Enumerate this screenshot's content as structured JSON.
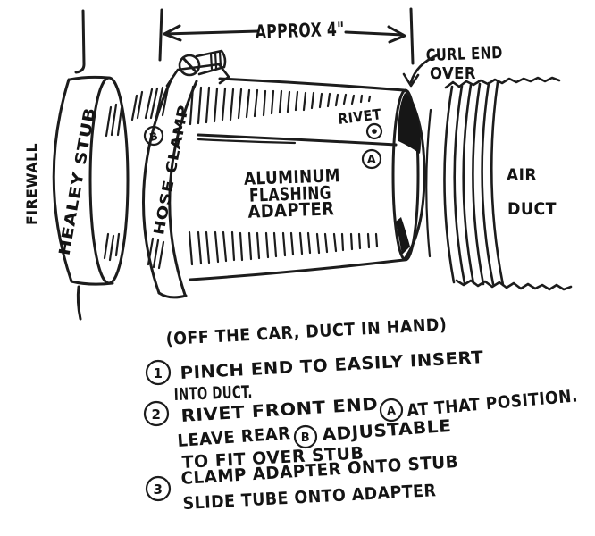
{
  "colors": {
    "ink": "#1c1c1c",
    "paper": "#ffffff"
  },
  "sketch": {
    "dimension_label": "APPROX 4\"",
    "curl_note_line1": "CURL END",
    "curl_note_line2": "OVER",
    "firewall_label": "FIREWALL",
    "stub_label": "HEALEY STUB",
    "clamp_label": "HOSE CLAMP",
    "rivet_label": "RIVET",
    "adapter_line1": "ALUMINUM",
    "adapter_line2": "FLASHING",
    "adapter_line3": "ADAPTER",
    "duct_line1": "AIR",
    "duct_line2": "DUCT",
    "marker_a": "A",
    "marker_b": "B"
  },
  "instructions": {
    "intro": "(OFF THE CAR, DUCT IN HAND)",
    "step1": {
      "num": "1",
      "line1": "PINCH END TO EASILY INSERT",
      "line2": "INTO DUCT."
    },
    "step2": {
      "num": "2",
      "line1_pre": "RIVET FRONT END",
      "marker_a": "A",
      "line1_post": "AT THAT POSITION.",
      "line2_pre": "LEAVE REAR",
      "marker_b": "B",
      "line2_post": "ADJUSTABLE",
      "line3": "TO FIT OVER STUB"
    },
    "step3": {
      "num": "3",
      "line1": "CLAMP ADAPTER ONTO STUB",
      "line2": "SLIDE TUBE ONTO ADAPTER"
    }
  }
}
